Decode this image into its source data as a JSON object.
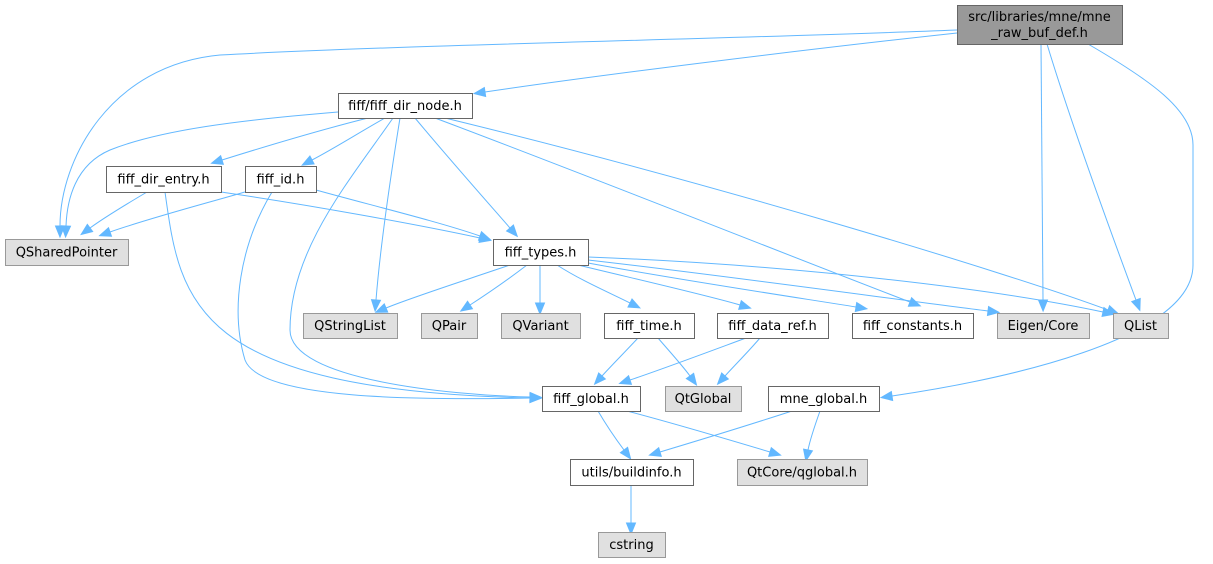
{
  "title": "Include dependency graph",
  "colors": {
    "root_fill": "#999999",
    "root_border": "#666666",
    "local_fill": "#ffffff",
    "local_border": "#666666",
    "external_fill": "#e0e0e0",
    "external_border": "#999999",
    "edge": "#63b8ff"
  },
  "nodes": [
    {
      "id": "root",
      "label_lines": [
        "src/libraries/mne/mne",
        "_raw_buf_def.h"
      ],
      "kind": "root"
    },
    {
      "id": "fiff_dir_node",
      "label_lines": [
        "fiff/fiff_dir_node.h"
      ],
      "kind": "local"
    },
    {
      "id": "fiff_dir_entry",
      "label_lines": [
        "fiff_dir_entry.h"
      ],
      "kind": "local"
    },
    {
      "id": "fiff_id",
      "label_lines": [
        "fiff_id.h"
      ],
      "kind": "local"
    },
    {
      "id": "QSharedPointer",
      "label_lines": [
        "QSharedPointer"
      ],
      "kind": "external"
    },
    {
      "id": "fiff_types",
      "label_lines": [
        "fiff_types.h"
      ],
      "kind": "local"
    },
    {
      "id": "QStringList",
      "label_lines": [
        "QStringList"
      ],
      "kind": "external"
    },
    {
      "id": "QPair",
      "label_lines": [
        "QPair"
      ],
      "kind": "external"
    },
    {
      "id": "QVariant",
      "label_lines": [
        "QVariant"
      ],
      "kind": "external"
    },
    {
      "id": "fiff_time",
      "label_lines": [
        "fiff_time.h"
      ],
      "kind": "local"
    },
    {
      "id": "fiff_data_ref",
      "label_lines": [
        "fiff_data_ref.h"
      ],
      "kind": "local"
    },
    {
      "id": "fiff_constants",
      "label_lines": [
        "fiff_constants.h"
      ],
      "kind": "local"
    },
    {
      "id": "EigenCore",
      "label_lines": [
        "Eigen/Core"
      ],
      "kind": "external"
    },
    {
      "id": "QList",
      "label_lines": [
        "QList"
      ],
      "kind": "external"
    },
    {
      "id": "fiff_global",
      "label_lines": [
        "fiff_global.h"
      ],
      "kind": "local"
    },
    {
      "id": "QtGlobal",
      "label_lines": [
        "QtGlobal"
      ],
      "kind": "external"
    },
    {
      "id": "mne_global",
      "label_lines": [
        "mne_global.h"
      ],
      "kind": "local"
    },
    {
      "id": "buildinfo",
      "label_lines": [
        "utils/buildinfo.h"
      ],
      "kind": "local"
    },
    {
      "id": "qglobal",
      "label_lines": [
        "QtCore/qglobal.h"
      ],
      "kind": "external"
    },
    {
      "id": "cstring",
      "label_lines": [
        "cstring"
      ],
      "kind": "external"
    }
  ],
  "edges": [
    {
      "from": "root",
      "to": "fiff_dir_node"
    },
    {
      "from": "root",
      "to": "QSharedPointer"
    },
    {
      "from": "root",
      "to": "EigenCore"
    },
    {
      "from": "root",
      "to": "QList"
    },
    {
      "from": "root",
      "to": "mne_global"
    },
    {
      "from": "fiff_dir_node",
      "to": "fiff_dir_entry"
    },
    {
      "from": "fiff_dir_node",
      "to": "fiff_id"
    },
    {
      "from": "fiff_dir_node",
      "to": "QSharedPointer"
    },
    {
      "from": "fiff_dir_node",
      "to": "fiff_types"
    },
    {
      "from": "fiff_dir_node",
      "to": "QStringList"
    },
    {
      "from": "fiff_dir_node",
      "to": "fiff_global"
    },
    {
      "from": "fiff_dir_node",
      "to": "fiff_constants"
    },
    {
      "from": "fiff_dir_node",
      "to": "QList"
    },
    {
      "from": "fiff_dir_entry",
      "to": "QSharedPointer"
    },
    {
      "from": "fiff_dir_entry",
      "to": "fiff_types"
    },
    {
      "from": "fiff_dir_entry",
      "to": "fiff_global"
    },
    {
      "from": "fiff_id",
      "to": "QSharedPointer"
    },
    {
      "from": "fiff_id",
      "to": "fiff_types"
    },
    {
      "from": "fiff_id",
      "to": "fiff_global"
    },
    {
      "from": "fiff_types",
      "to": "QStringList"
    },
    {
      "from": "fiff_types",
      "to": "QPair"
    },
    {
      "from": "fiff_types",
      "to": "QVariant"
    },
    {
      "from": "fiff_types",
      "to": "fiff_time"
    },
    {
      "from": "fiff_types",
      "to": "fiff_data_ref"
    },
    {
      "from": "fiff_types",
      "to": "fiff_constants"
    },
    {
      "from": "fiff_types",
      "to": "EigenCore"
    },
    {
      "from": "fiff_types",
      "to": "QList"
    },
    {
      "from": "fiff_time",
      "to": "fiff_global"
    },
    {
      "from": "fiff_time",
      "to": "QtGlobal"
    },
    {
      "from": "fiff_data_ref",
      "to": "fiff_global"
    },
    {
      "from": "fiff_data_ref",
      "to": "QtGlobal"
    },
    {
      "from": "fiff_global",
      "to": "buildinfo"
    },
    {
      "from": "fiff_global",
      "to": "qglobal"
    },
    {
      "from": "mne_global",
      "to": "buildinfo"
    },
    {
      "from": "mne_global",
      "to": "qglobal"
    },
    {
      "from": "buildinfo",
      "to": "cstring"
    }
  ]
}
